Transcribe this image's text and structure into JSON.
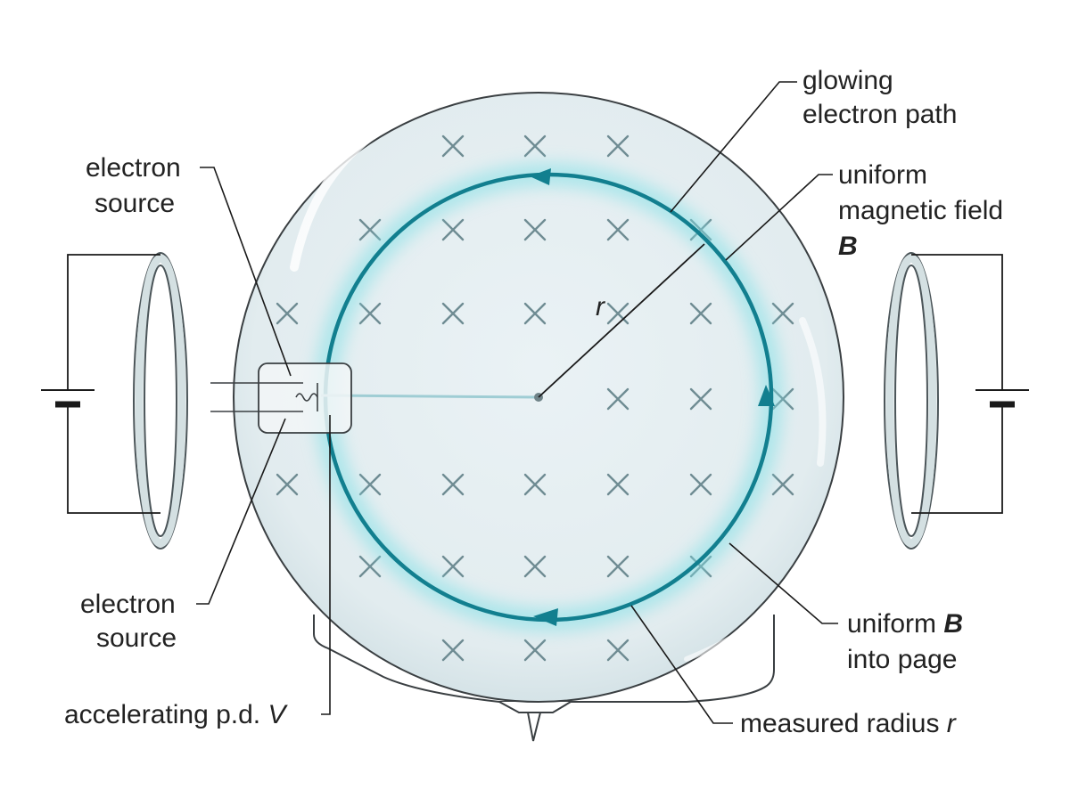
{
  "colors": {
    "bulb_fill": "#e6eff2",
    "bulb_outline": "#3a3f42",
    "beam": "#127f8f",
    "glow": "#7fe0e6",
    "field_cross": "#6f8c93",
    "coil": "#d4e0e2",
    "label_text": "#222222"
  },
  "labels": {
    "glowing_path_1": "glowing",
    "glowing_path_2": "electron path",
    "uniform_field_1": "uniform",
    "uniform_field_2": "magnetic field",
    "uniform_field_3": "B",
    "electron_source_top_1": "electron",
    "electron_source_top_2": "source",
    "electron_source_bottom_1": "electron",
    "electron_source_bottom_2": "source",
    "radius_symbol": "r",
    "uniform_b_into_1": "uniform ",
    "uniform_b_into_1b": "B",
    "uniform_b_into_2": "into page",
    "accelerating_pd": "accelerating p.d. ",
    "accelerating_pd_sym": "V",
    "measured_radius": "measured radius ",
    "measured_radius_sym": "r"
  },
  "field": {
    "direction": "into page",
    "symbol": "×"
  },
  "icons": [
    "battery-icon",
    "helmholtz-coil-icon",
    "electron-gun-icon",
    "field-cross-icon",
    "direction-arrow-icon"
  ]
}
